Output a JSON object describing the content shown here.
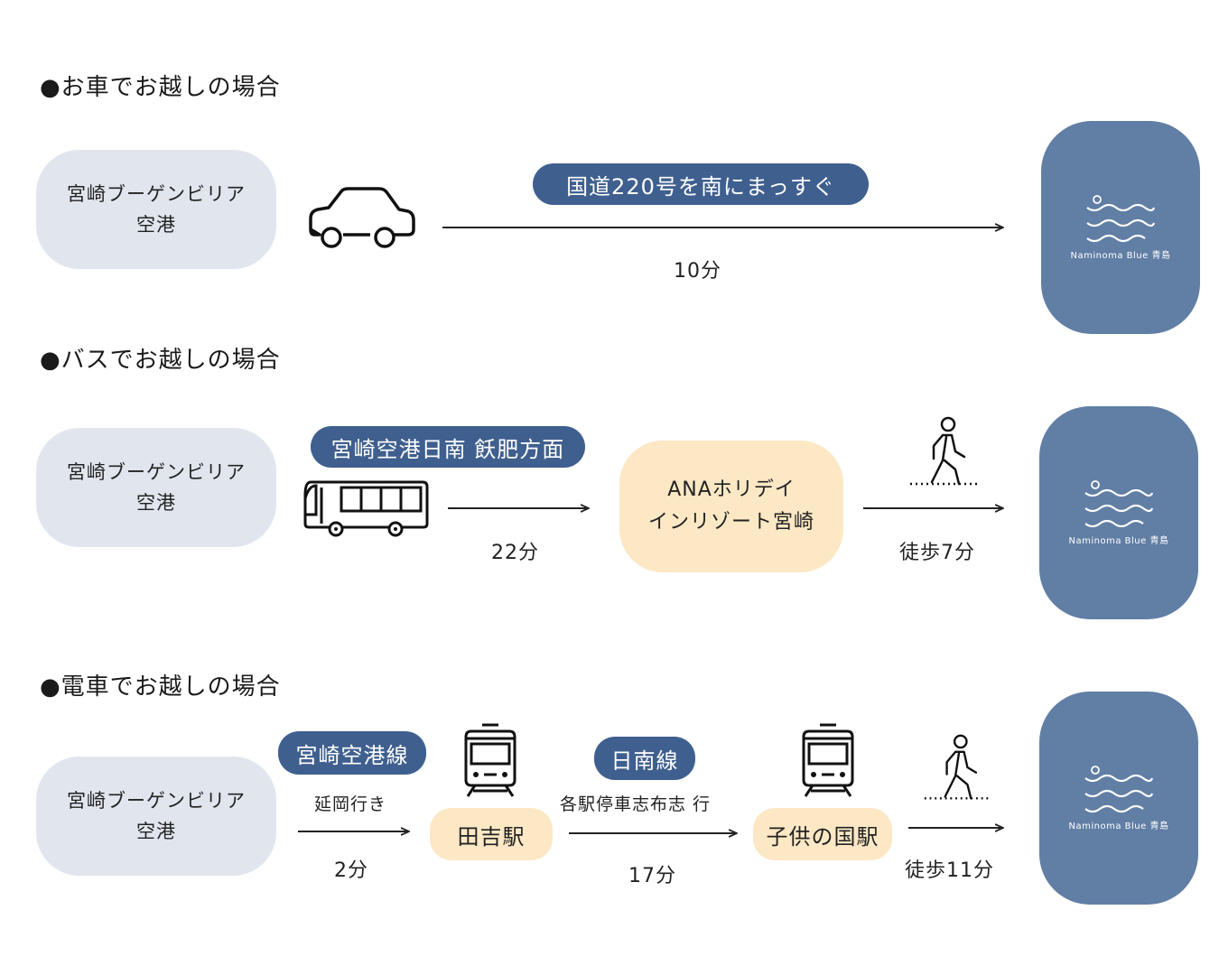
{
  "colors": {
    "origin_bg": "#e1e6ee",
    "destination_bg": "#617ea5",
    "route_pill_bg": "#3f5f8f",
    "station_bg": "#fde8c5",
    "arrow": "#222222"
  },
  "destination": {
    "logo_icon": "wave-logo-icon",
    "logo_text": "Naminoma Blue 青島"
  },
  "car": {
    "heading": "●お車でお越しの場合",
    "origin_line1": "宮崎ブーゲンビリア",
    "origin_line2": "空港",
    "vehicle_icon": "car-icon",
    "route": "国道220号を南にまっすぐ",
    "duration": "10分"
  },
  "bus": {
    "heading": "●バスでお越しの場合",
    "origin_line1": "宮崎ブーゲンビリア",
    "origin_line2": "空港",
    "vehicle_icon": "bus-icon",
    "route": "宮崎空港日南 飫肥方面",
    "duration": "22分",
    "stop_line1": "ANAホリデイ",
    "stop_line2": "インリゾート宮崎",
    "walk_icon": "walking-person-icon",
    "walk": "徒歩7分"
  },
  "train": {
    "heading": "●電車でお越しの場合",
    "origin_line1": "宮崎ブーゲンビリア",
    "origin_line2": "空港",
    "line1": "宮崎空港線",
    "line1_direction": "延岡行き",
    "line1_duration": "2分",
    "train_icon": "train-icon",
    "station1": "田吉駅",
    "line2": "日南線",
    "line2_direction": "各駅停車志布志 行",
    "line2_duration": "17分",
    "station2": "子供の国駅",
    "walk_icon": "walking-person-icon",
    "walk": "徒歩11分"
  }
}
